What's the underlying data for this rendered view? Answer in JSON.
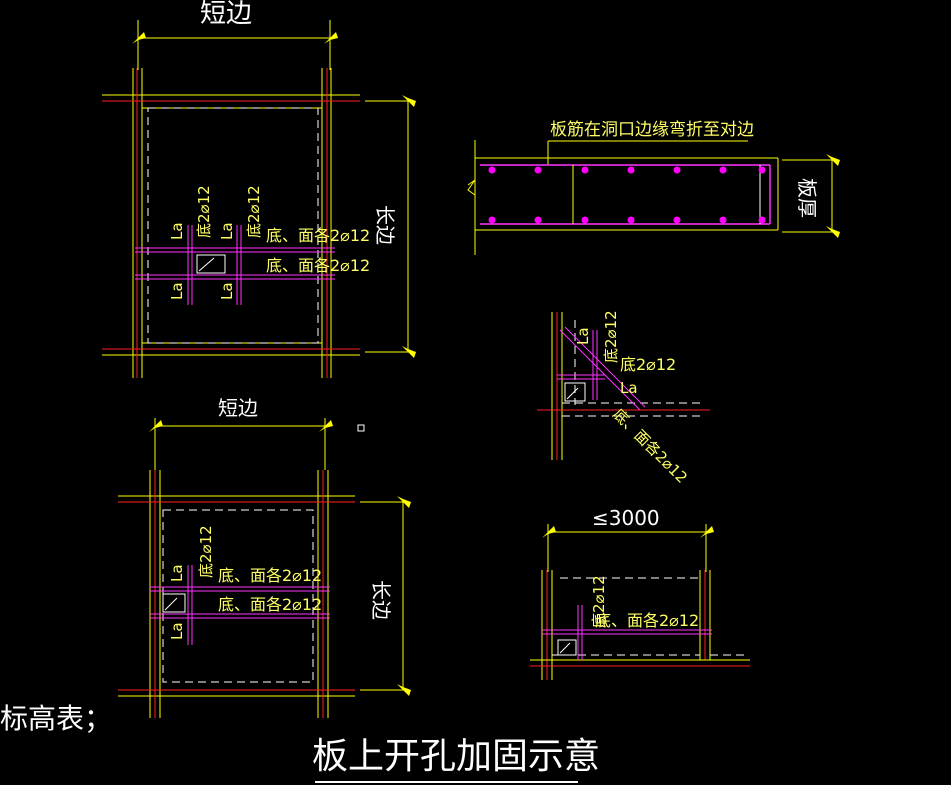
{
  "title": "板上开孔加固示意",
  "fragment_left": "标高表；",
  "fragment_top": "短边",
  "labels": {
    "short_side": "短边",
    "long_side": "长边",
    "slab_thickness": "板厚",
    "bend_note": "板筋在洞口边缘弯折至对边",
    "le3000": "≤3000",
    "la": "La",
    "bottom_2": "底2⌀12",
    "bottom_top_2": "底、面各2⌀12"
  },
  "colors": {
    "background": "#000000",
    "dim": "#ffff00",
    "wall": "#ffff00",
    "rebar": "#ff33ff",
    "axis": "#ff2020",
    "dash": "#ffffff",
    "dot": "#ff00ff"
  }
}
